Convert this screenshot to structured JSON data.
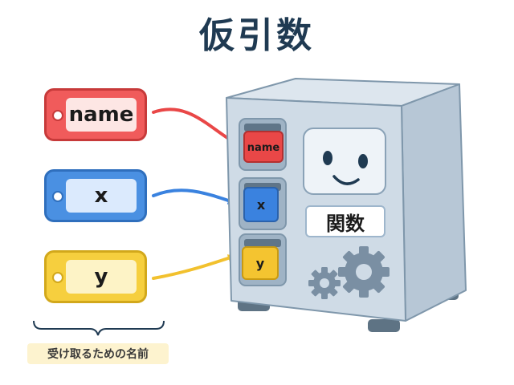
{
  "title": "仮引数",
  "tags": [
    {
      "id": "name",
      "label": "name",
      "color": "#f05b5b"
    },
    {
      "id": "x",
      "label": "x",
      "color": "#4a90e2"
    },
    {
      "id": "y",
      "label": "y",
      "color": "#f6cf3e"
    }
  ],
  "caption": "受け取るための名前",
  "machine": {
    "label": "関数",
    "slots": [
      {
        "label": "name",
        "color": "#e94747"
      },
      {
        "label": "x",
        "color": "#3a82df"
      },
      {
        "label": "y",
        "color": "#f4c430"
      }
    ]
  },
  "icons": [
    "smiling-face-icon",
    "gear-large-icon",
    "gear-small-icon"
  ]
}
